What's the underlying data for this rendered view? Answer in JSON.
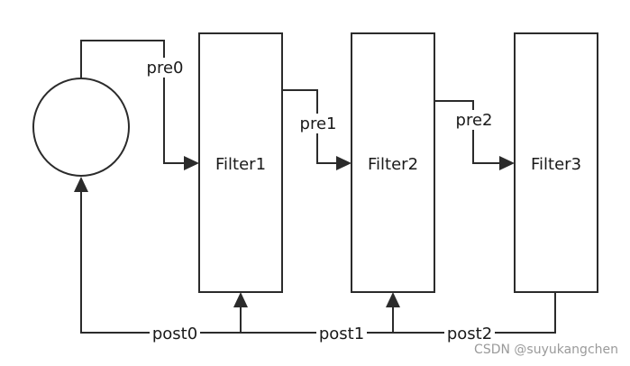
{
  "nodes": {
    "filter1": {
      "label": "Filter1"
    },
    "filter2": {
      "label": "Filter2"
    },
    "filter3": {
      "label": "Filter3"
    }
  },
  "edges": {
    "pre0": {
      "label": "pre0"
    },
    "pre1": {
      "label": "pre1"
    },
    "pre2": {
      "label": "pre2"
    },
    "post0": {
      "label": "post0"
    },
    "post1": {
      "label": "post1"
    },
    "post2": {
      "label": "post2"
    }
  },
  "watermark": "CSDN @suyukangchen"
}
